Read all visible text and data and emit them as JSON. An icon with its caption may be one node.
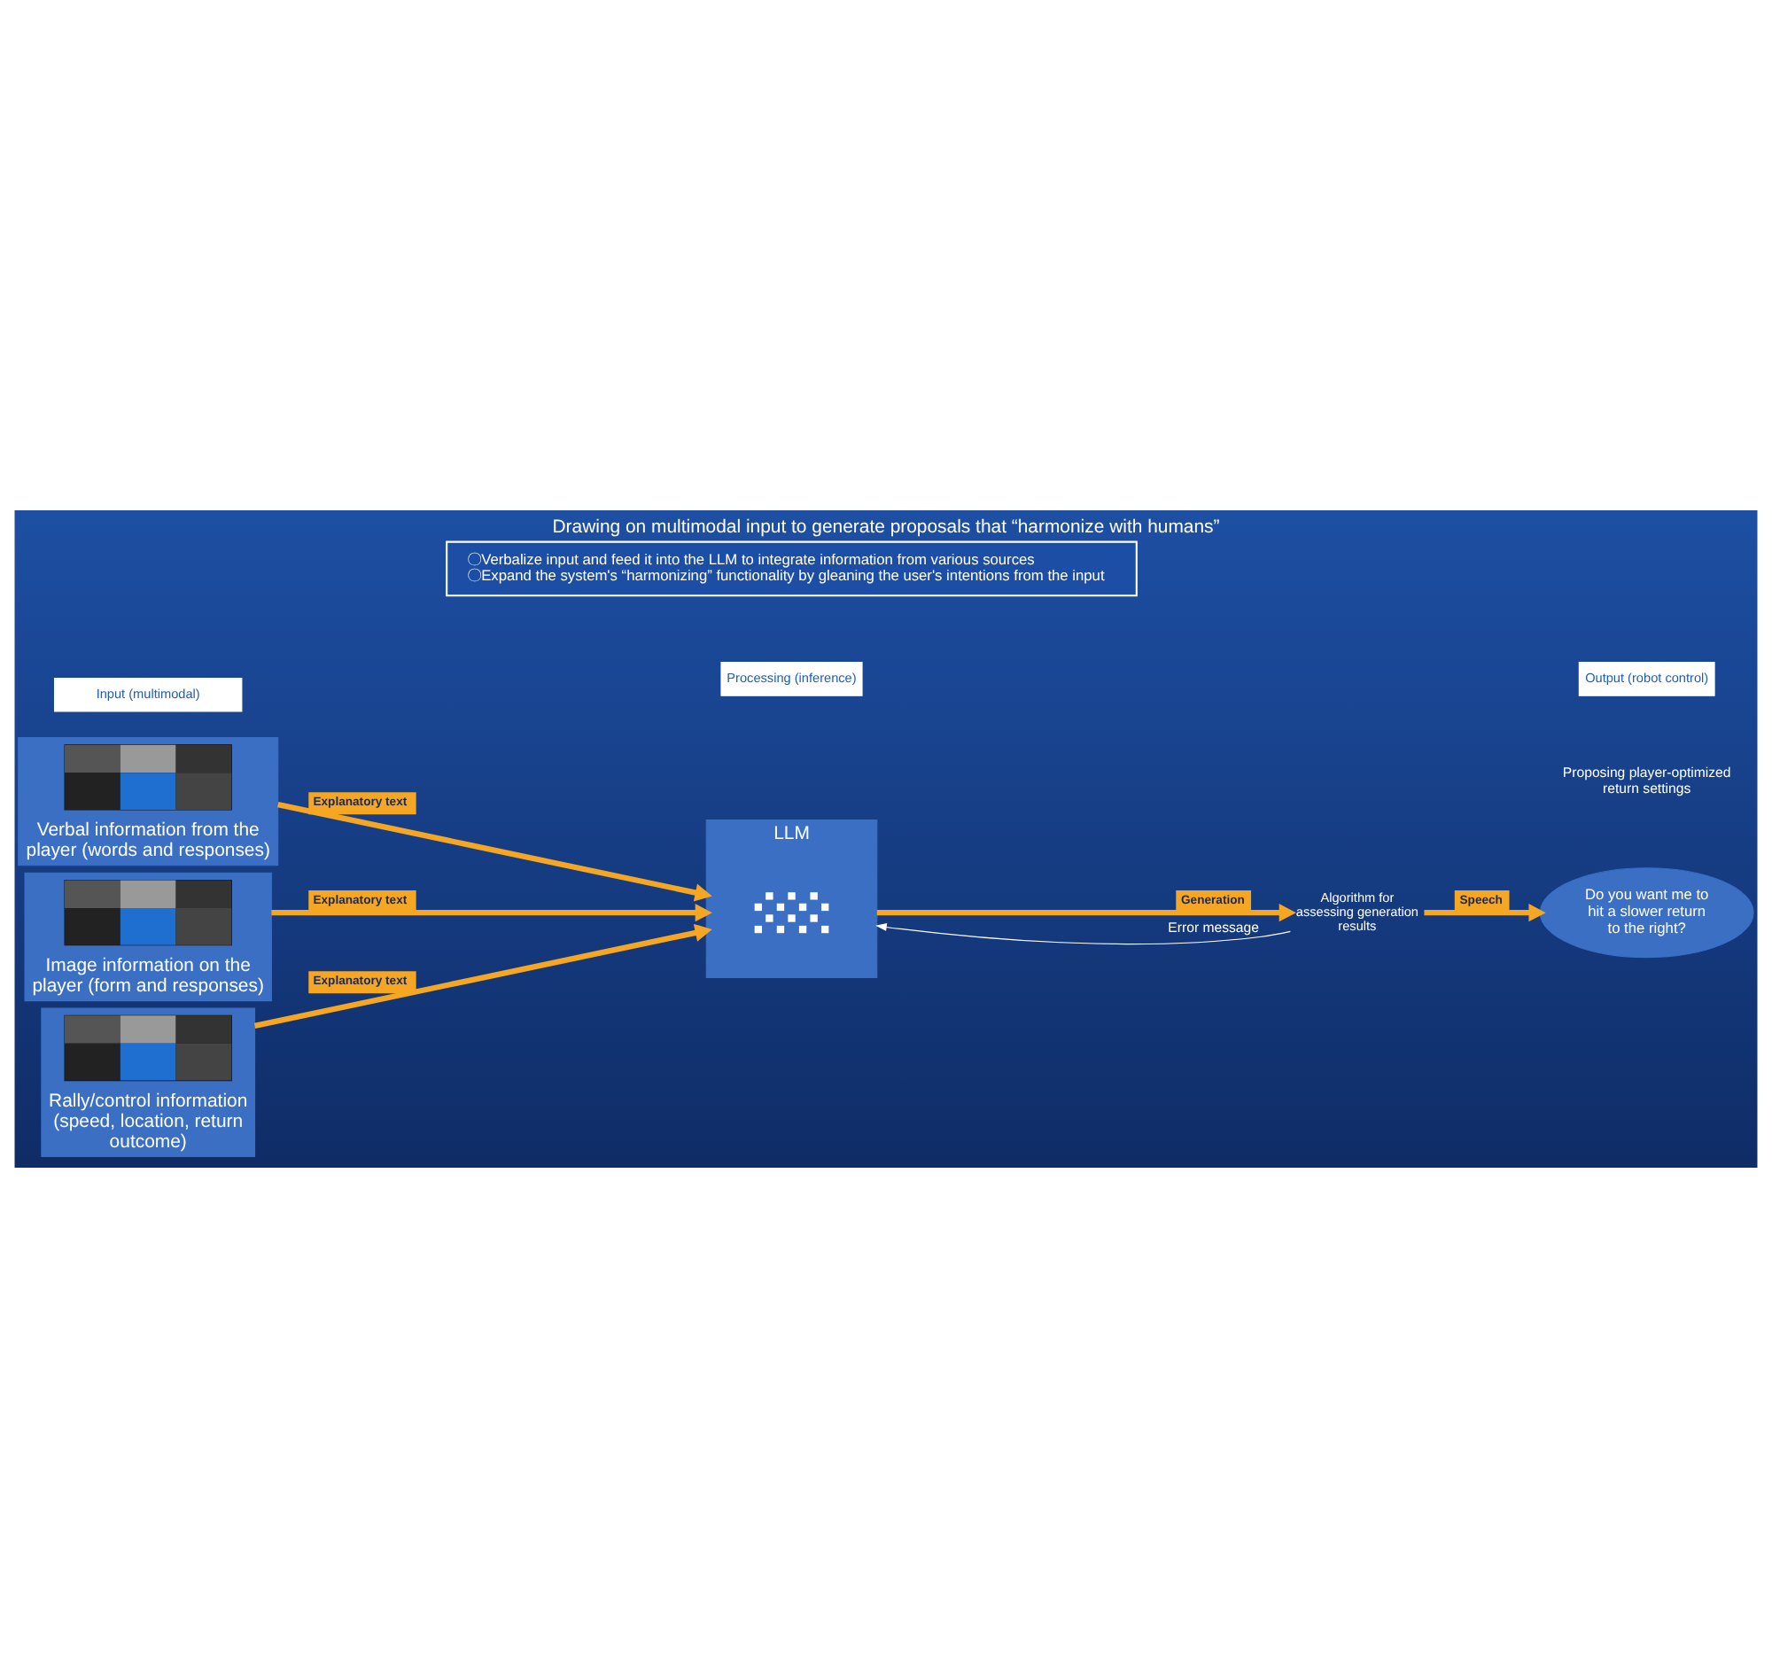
{
  "diagram": {
    "title": "Drawing on multimodal input to generate proposals that “harmonize with humans”",
    "nodes": [
      {
        "text": [
          "〇Verbalize input and feed it into the LLM to integrate information from various sources",
          "〇Expand the system's “harmonizing” functionality by gleaning the user's intentions from the input"
        ]
      },
      {
        "text": [
          "Input (multimodal)"
        ]
      },
      {
        "text": [
          "Verbal information from the player (words and responses)"
        ]
      },
      {
        "text": [],
        "shape": "picture",
        "in": 2
      },
      {
        "text": [
          "Image information on the player (form and responses)"
        ]
      },
      {
        "text": [],
        "shape": "picture",
        "in": 4
      },
      {
        "text": [
          "Rally/control information (speed, location, return outcome)"
        ]
      },
      {
        "text": [],
        "shape": "picture",
        "in": 6
      },
      {
        "text": [
          "Processing (inference)"
        ]
      },
      {
        "text": [
          "LLM"
        ]
      },
      {
        "text": [],
        "shape": "picture",
        "in": 9
      },
      {
        "text": [
          "Algorithm for assessing generation results"
        ]
      },
      {
        "text": [
          "Output (robot control)"
        ]
      },
      {
        "text": [
          "Do you want me to hit a slower return to the right?"
        ]
      }
    ],
    "edges": [
      {
        "from": 2,
        "to": 9,
        "arrow": "to",
        "label": "Explanatory text"
      },
      {
        "from": 4,
        "to": 9,
        "arrow": "to",
        "label": "Explanatory text"
      },
      {
        "from": 6,
        "to": 9,
        "arrow": "to",
        "label": "Explanatory text"
      },
      {
        "from": 9,
        "to": 11,
        "arrow": "to",
        "label": "Generation"
      },
      {
        "from": 11,
        "to": 13,
        "arrow": "to",
        "label": "Speech"
      },
      {
        "from": 11,
        "to": 9,
        "arrow": "to",
        "label": "Error message",
        "color": "#ffffff"
      }
    ],
    "labels": [
      "Proposing player-optimized return settings"
    ]
  }
}
